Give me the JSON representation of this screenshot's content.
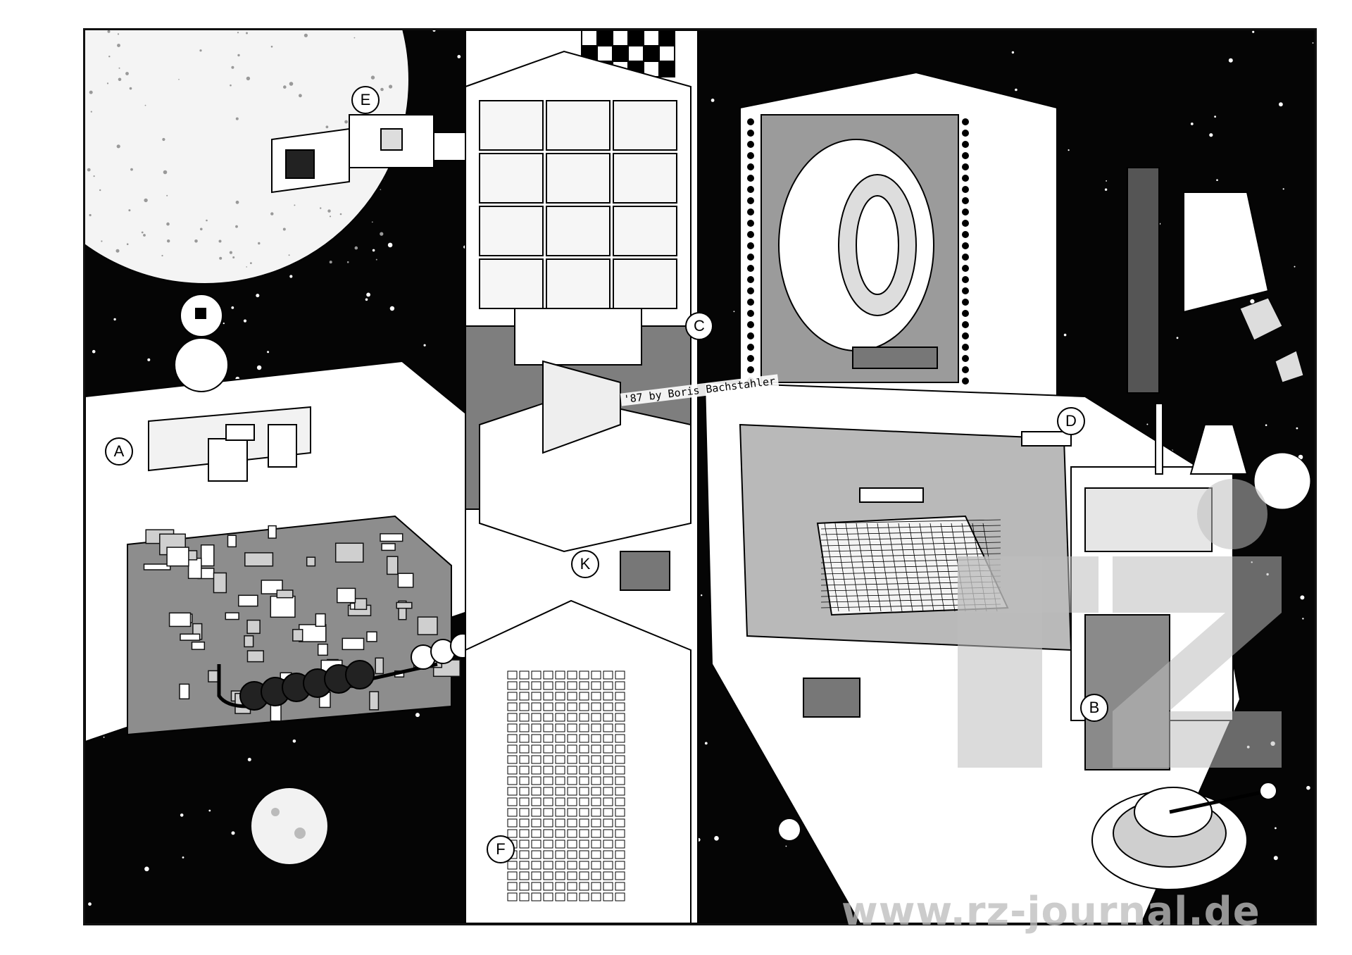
{
  "illustration": {
    "subject": "space-station-cutaway-drawing",
    "colors": {
      "ink": "#000000",
      "paper": "#ffffff",
      "space": "#050505",
      "watermark": "#bdbdbd"
    }
  },
  "callouts": {
    "A": "A",
    "B": "B",
    "C": "C",
    "D": "D",
    "E": "E",
    "F": "F",
    "K": "K"
  },
  "signature": "'87 by Boris Bachstahler",
  "watermark": {
    "url": "www.rz-journal.de",
    "logo": "rz"
  }
}
